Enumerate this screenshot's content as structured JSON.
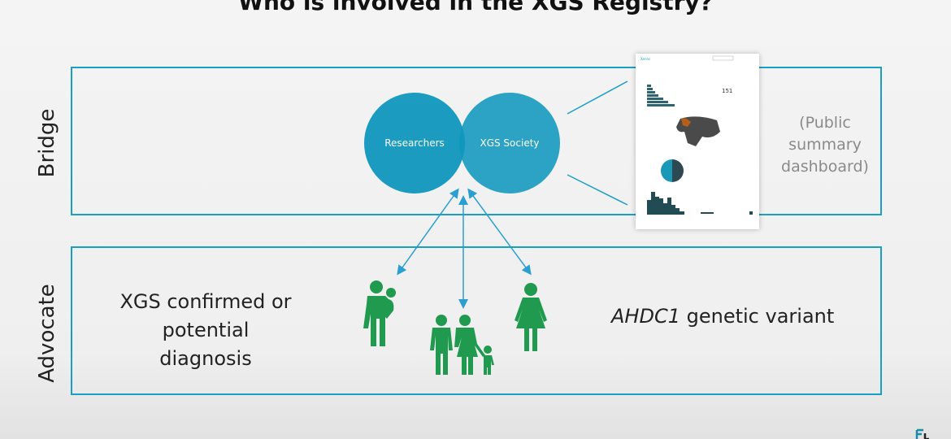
{
  "slide": {
    "title": "Who is involved in the XGS Registry?",
    "rows": {
      "bridge": {
        "label": "Bridge",
        "circles": [
          "Researchers",
          "XGS Society"
        ],
        "dashboard": {
          "label": "(Public summary dashboard)",
          "stat": "151"
        }
      },
      "advocate": {
        "label": "Advocate",
        "left_text": "XGS confirmed or potential diagnosis",
        "right_text_italic": "AHDC1",
        "right_text": " genetic variant"
      }
    },
    "colors": {
      "circle": "#0f97bd",
      "border": "#1a9fc4",
      "people": "#1f9a4e",
      "arrow": "#2a9fd0"
    },
    "icons": [
      "man-holding-child-icon",
      "family-icon",
      "woman-icon",
      "logo-icon"
    ]
  }
}
